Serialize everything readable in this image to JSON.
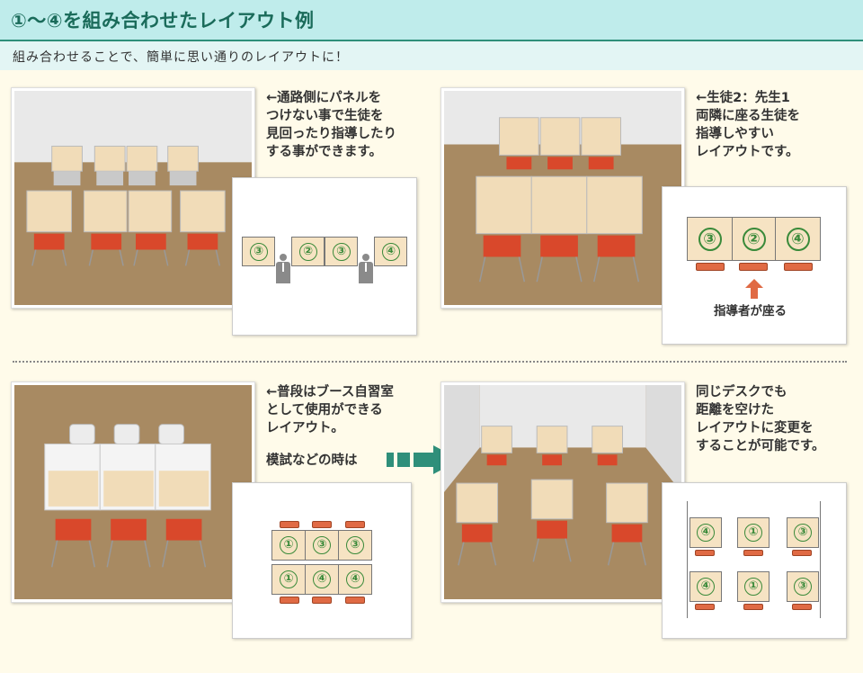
{
  "header": {
    "title": "①～④を組み合わせたレイアウト例",
    "subtitle": "組み合わせることで、簡単に思い通りのレイアウトに！"
  },
  "sections": {
    "top_left": {
      "caption": "←通路側にパネルを\nつけない事で生徒を\n見回ったり指導したり\nする事ができます。",
      "diagram_desks": [
        "③",
        "②",
        "③",
        "④"
      ]
    },
    "top_right": {
      "caption": "←生徒2：先生1\n両隣に座る生徒を\n指導しやすい\nレイアウトです。",
      "diagram_desks": [
        "③",
        "②",
        "④"
      ],
      "leader_label": "指導者が座る"
    },
    "bottom_left": {
      "caption": "←普段はブース自習室\nとして使用ができる\nレイアウト。",
      "caption2": "模試などの時は",
      "diagram_row1": [
        "①",
        "③",
        "③"
      ],
      "diagram_row2": [
        "①",
        "④",
        "④"
      ]
    },
    "bottom_right": {
      "caption": "同じデスクでも\n距離を空けた\nレイアウトに変更を\nすることが可能です。",
      "diagram_row1": [
        "④",
        "①",
        "③"
      ],
      "diagram_row2": [
        "④",
        "①",
        "③"
      ]
    }
  },
  "colors": {
    "header_bg": "#bfeceb",
    "header_text": "#1a6b5a",
    "accent_green": "#3a8a3a",
    "chair": "#e06a44",
    "arrow": "#2f8f7a",
    "leader_arrow": "#e06a44"
  }
}
